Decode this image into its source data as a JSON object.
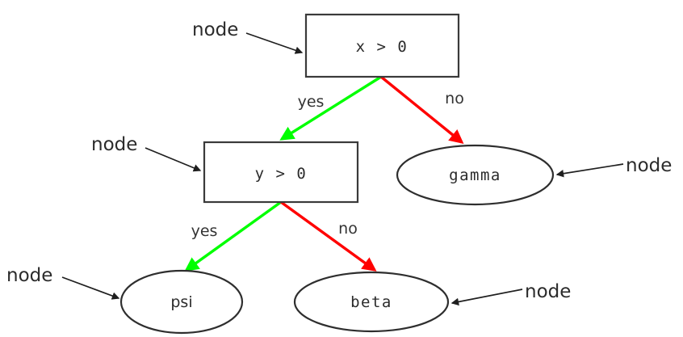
{
  "diagram": {
    "type": "decision-tree",
    "colors": {
      "yes_branch": "#00FF00",
      "no_branch": "#FF0000",
      "shape_stroke": "#2e2e2e",
      "annotation_stroke": "#1f1f1f",
      "background": "#FFFFFF",
      "text": "#2b2b2b"
    },
    "nodes": [
      {
        "id": "root",
        "shape": "rectangle",
        "label": "x > 0",
        "font": "mono"
      },
      {
        "id": "inner",
        "shape": "rectangle",
        "label": "y > 0",
        "font": "mono"
      },
      {
        "id": "gamma",
        "shape": "ellipse",
        "label": "gamma",
        "font": "mono"
      },
      {
        "id": "psi",
        "shape": "ellipse",
        "label": "psi",
        "font": "sans"
      },
      {
        "id": "beta",
        "shape": "ellipse",
        "label": "beta",
        "font": "mono"
      }
    ],
    "edges": [
      {
        "from": "root",
        "to": "inner",
        "label": "yes",
        "branch": "yes"
      },
      {
        "from": "root",
        "to": "gamma",
        "label": "no",
        "branch": "no"
      },
      {
        "from": "inner",
        "to": "psi",
        "label": "yes",
        "branch": "yes"
      },
      {
        "from": "inner",
        "to": "beta",
        "label": "no",
        "branch": "no"
      }
    ],
    "annotations": [
      {
        "id": "annot-root",
        "text": "node",
        "target": "root"
      },
      {
        "id": "annot-inner",
        "text": "node",
        "target": "inner"
      },
      {
        "id": "annot-gamma",
        "text": "node",
        "target": "gamma"
      },
      {
        "id": "annot-psi",
        "text": "node",
        "target": "psi"
      },
      {
        "id": "annot-beta",
        "text": "node",
        "target": "beta"
      }
    ]
  }
}
